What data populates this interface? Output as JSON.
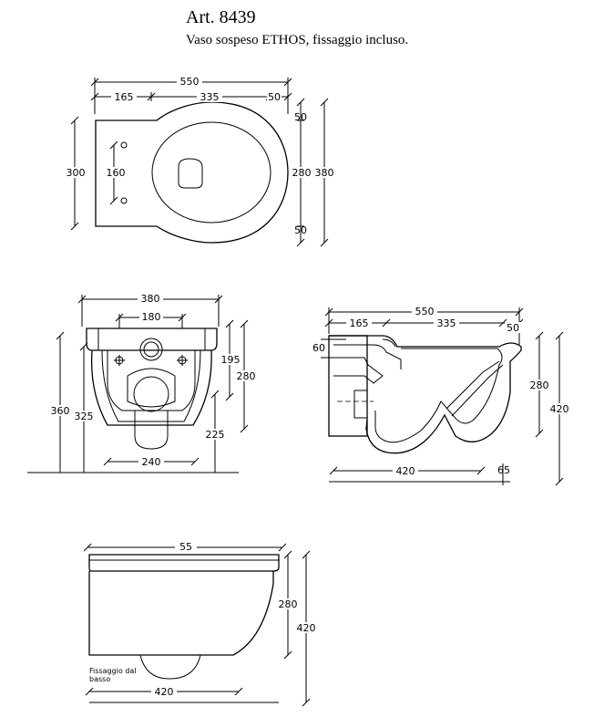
{
  "header": {
    "title": "Art. 8439",
    "subtitle": "Vaso sospeso ETHOS, fissaggio incluso."
  },
  "top_view": {
    "dim_total_width": "550",
    "dim_back": "165",
    "dim_mid": "335",
    "dim_front": "50",
    "dim_height": "300",
    "dim_holes": "160",
    "dim_bowl": "280",
    "dim_overall_depth": "380",
    "dim_top_margin": "50",
    "dim_bottom_margin": "50"
  },
  "front_view": {
    "dim_width": "380",
    "dim_holes": "180",
    "dim_bolt_height": "195",
    "dim_body_height": "280",
    "dim_total_height": "360",
    "dim_outlet_height": "325",
    "dim_bottom": "225",
    "dim_base_width": "240"
  },
  "section_view": {
    "dim_total": "550",
    "dim_back": "165",
    "dim_mid": "335",
    "dim_front": "50",
    "dim_inlet": "60",
    "dim_body": "280",
    "dim_total_height": "420",
    "dim_base": "420",
    "dim_foot": "65"
  },
  "side_view": {
    "dim_width": "55",
    "dim_body": "280",
    "dim_total": "420",
    "dim_base": "420",
    "note_line1": "Fissaggio dal",
    "note_line2": "basso"
  }
}
